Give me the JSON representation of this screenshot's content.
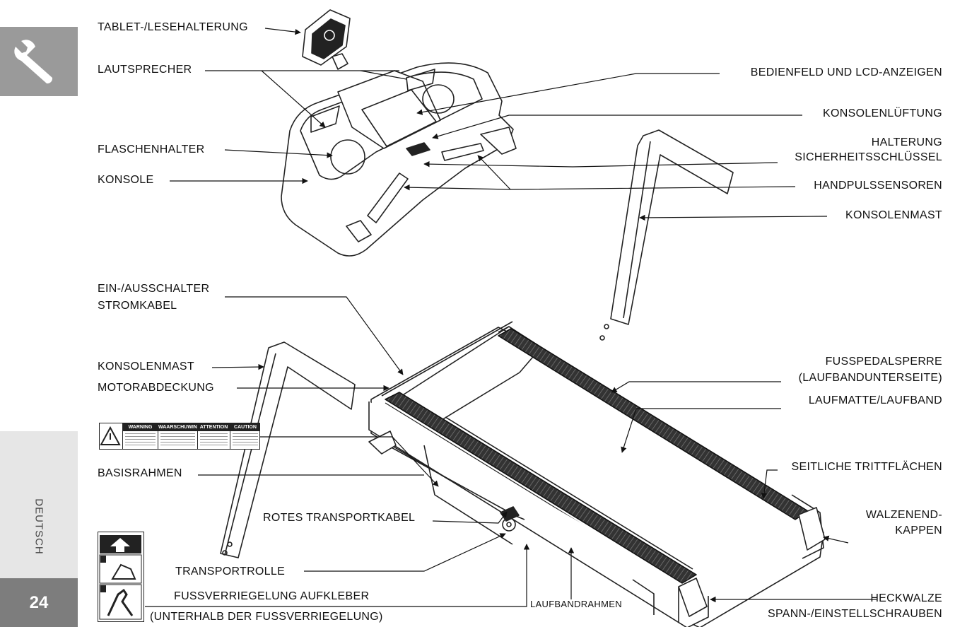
{
  "page": {
    "language": "DEUTSCH",
    "number": "24"
  },
  "labels": {
    "tablet_holder": "TABLET-/LESEHALTERUNG",
    "speakers": "LAUTSPRECHER",
    "control_panel": "BEDIENFELD UND LCD-ANZEIGEN",
    "console_vent": "KONSOLENLÜFTUNG",
    "safety_key_holder_1": "HALTERUNG",
    "safety_key_holder_2": "SICHERHEITSSCHLÜSSEL",
    "bottle_holder": "FLASCHENHALTER",
    "console": "KONSOLE",
    "hand_pulse": "HANDPULSSENSOREN",
    "console_mast_right": "KONSOLENMAST",
    "power_switch": "EIN-/AUSSCHALTER",
    "power_cord": "STROMKABEL",
    "console_mast_left": "KONSOLENMAST",
    "motor_cover": "MOTORABDECKUNG",
    "foot_pedal_lock_1": "FUSSPEDALSPERRE",
    "foot_pedal_lock_2": "(LAUFBANDUNTERSEITE)",
    "running_belt": "LAUFMATTE/LAUFBAND",
    "base_frame": "BASISRAHMEN",
    "side_rails": "SEITLICHE TRITTFLÄCHEN",
    "red_cable": "ROTES TRANSPORTKABEL",
    "end_caps_1": "WALZENEND-",
    "end_caps_2": "KAPPEN",
    "transport_wheel": "TRANSPORTROLLE",
    "foot_lock_sticker": "FUSSVERRIEGELUNG AUFKLEBER",
    "foot_lock_sticker_note": "(UNTERHALB DER FUSSVERRIEGELUNG)",
    "deck_frame": "LAUFBANDRAHMEN",
    "rear_roller": "HECKWALZE",
    "adjust_screws": "SPANN-/EINSTELLSCHRAUBEN"
  },
  "warning_sticker": [
    "WARNING",
    "WAARSCHUWING",
    "ATTENTION",
    "CAUTION"
  ]
}
